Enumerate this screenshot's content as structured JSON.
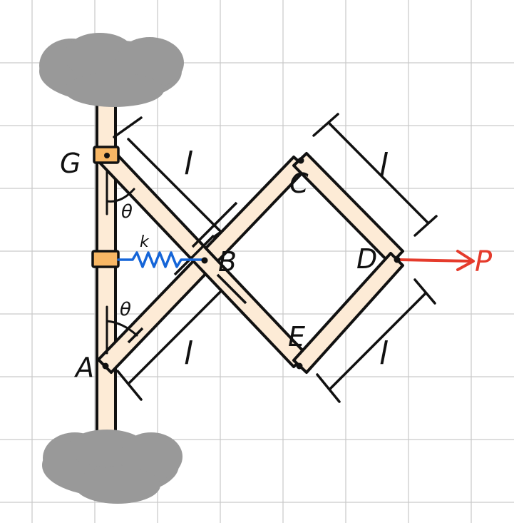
{
  "labels": {
    "G": "G",
    "A": "A",
    "B": "B",
    "C": "C",
    "D": "D",
    "E": "E",
    "theta_upper": "θ",
    "theta_lower": "θ",
    "spring": "k",
    "force": "P",
    "length_gc": "l",
    "length_cd": "l",
    "length_ab": "l",
    "length_ed": "l"
  },
  "colors": {
    "background": "#ffffff",
    "grid": "#c9c9c9",
    "cloud": "#999999",
    "member_fill": "#fdebd6",
    "member_stroke": "#111111",
    "collar_fill": "#f8b765",
    "spring": "#1565d8",
    "force": "#e53b2c",
    "text": "#111111"
  },
  "icons": {
    "support_top": "cloud-support",
    "support_bottom": "cloud-support",
    "spring": "zigzag-spring",
    "force": "arrow-right"
  }
}
